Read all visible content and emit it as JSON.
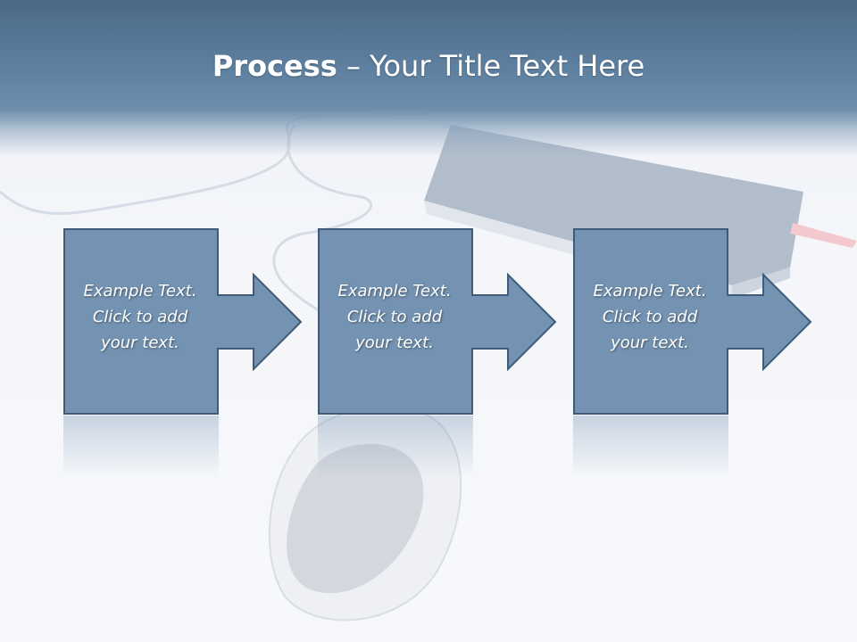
{
  "header": {
    "title_bold": "Process",
    "title_rest": " – Your Title Text Here"
  },
  "steps": [
    {
      "line1": "Example Text.",
      "line2": "Click  to add",
      "line3": "your text."
    },
    {
      "line1": "Example Text.",
      "line2": "Click  to add",
      "line3": "your text."
    },
    {
      "line1": "Example Text.",
      "line2": "Click  to add",
      "line3": "your text."
    }
  ],
  "colors": {
    "header": "#5f81a1",
    "box_fill": "#7493b2",
    "box_stroke": "#3f5b78",
    "text": "#ffffff"
  }
}
